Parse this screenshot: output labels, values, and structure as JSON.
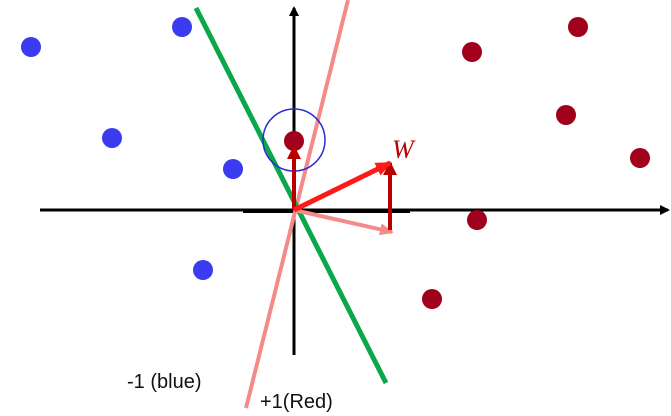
{
  "labels": {
    "negative_class": "-1 (blue)",
    "positive_class": "+1(Red)",
    "weight_vector": "W"
  },
  "colors": {
    "negative_points": "#3b3bf0",
    "positive_points": "#a0001c",
    "decision_boundary_new": "#0aa84a",
    "decision_boundary_old": "#f58a8a",
    "weight_vector": "#ff1a1a",
    "update_vector": "#b80000",
    "old_weight_vector": "#f58a8a",
    "highlight_circle": "#2b2bd0",
    "axes": "#000000"
  }
}
